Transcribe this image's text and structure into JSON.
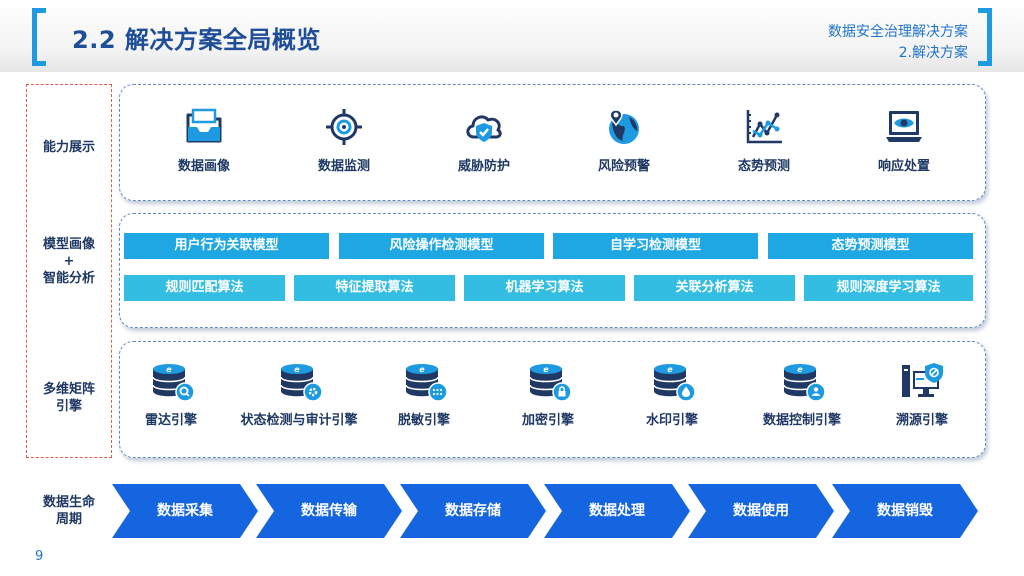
{
  "header": {
    "title": "2.2 解决方案全局概览",
    "subtitle_line1": "数据安全治理解决方案",
    "subtitle_line2": "2.解决方案"
  },
  "side_labels": {
    "capabilities": "能力展示",
    "models_line1": "模型画像",
    "models_line2": "+",
    "models_line3": "智能分析",
    "engines_line1": "多维矩阵",
    "engines_line2": "引擎",
    "lifecycle_line1": "数据生命",
    "lifecycle_line2": "周期"
  },
  "capabilities": [
    {
      "label": "数据画像",
      "icon": "folder-tray-icon"
    },
    {
      "label": "数据监测",
      "icon": "crosshair-target-icon"
    },
    {
      "label": "威胁防护",
      "icon": "cloud-shield-icon"
    },
    {
      "label": "风险预警",
      "icon": "globe-pin-icon"
    },
    {
      "label": "态势预测",
      "icon": "trend-chart-icon"
    },
    {
      "label": "响应处置",
      "icon": "monitor-eye-icon"
    }
  ],
  "models": [
    "用户行为关联模型",
    "风险操作检测模型",
    "自学习检测模型",
    "态势预测模型"
  ],
  "algorithms": [
    "规则匹配算法",
    "特征提取算法",
    "机器学习算法",
    "关联分析算法",
    "规则深度学习算法"
  ],
  "engines": [
    {
      "label": "雷达引擎",
      "icon": "database-search-icon"
    },
    {
      "label": "状态检测与审计引擎",
      "icon": "database-gear-icon"
    },
    {
      "label": "脱敏引擎",
      "icon": "database-mask-icon"
    },
    {
      "label": "加密引擎",
      "icon": "database-lock-icon"
    },
    {
      "label": "水印引擎",
      "icon": "database-drop-icon"
    },
    {
      "label": "数据控制引擎",
      "icon": "database-control-icon"
    },
    {
      "label": "溯源引擎",
      "icon": "computer-shield-icon"
    }
  ],
  "lifecycle": [
    "数据采集",
    "数据传输",
    "数据存储",
    "数据处理",
    "数据使用",
    "数据销毁"
  ],
  "page_number": "9",
  "colors": {
    "accent": "#1e9be0",
    "title": "#1f4e99",
    "model_button": "#1fa7e3",
    "algorithm_button": "#34bde2",
    "chevron": "#1565e0",
    "icon_dark": "#1f3864",
    "icon_light": "#1e9be0",
    "side_border": "#e05a4e"
  }
}
